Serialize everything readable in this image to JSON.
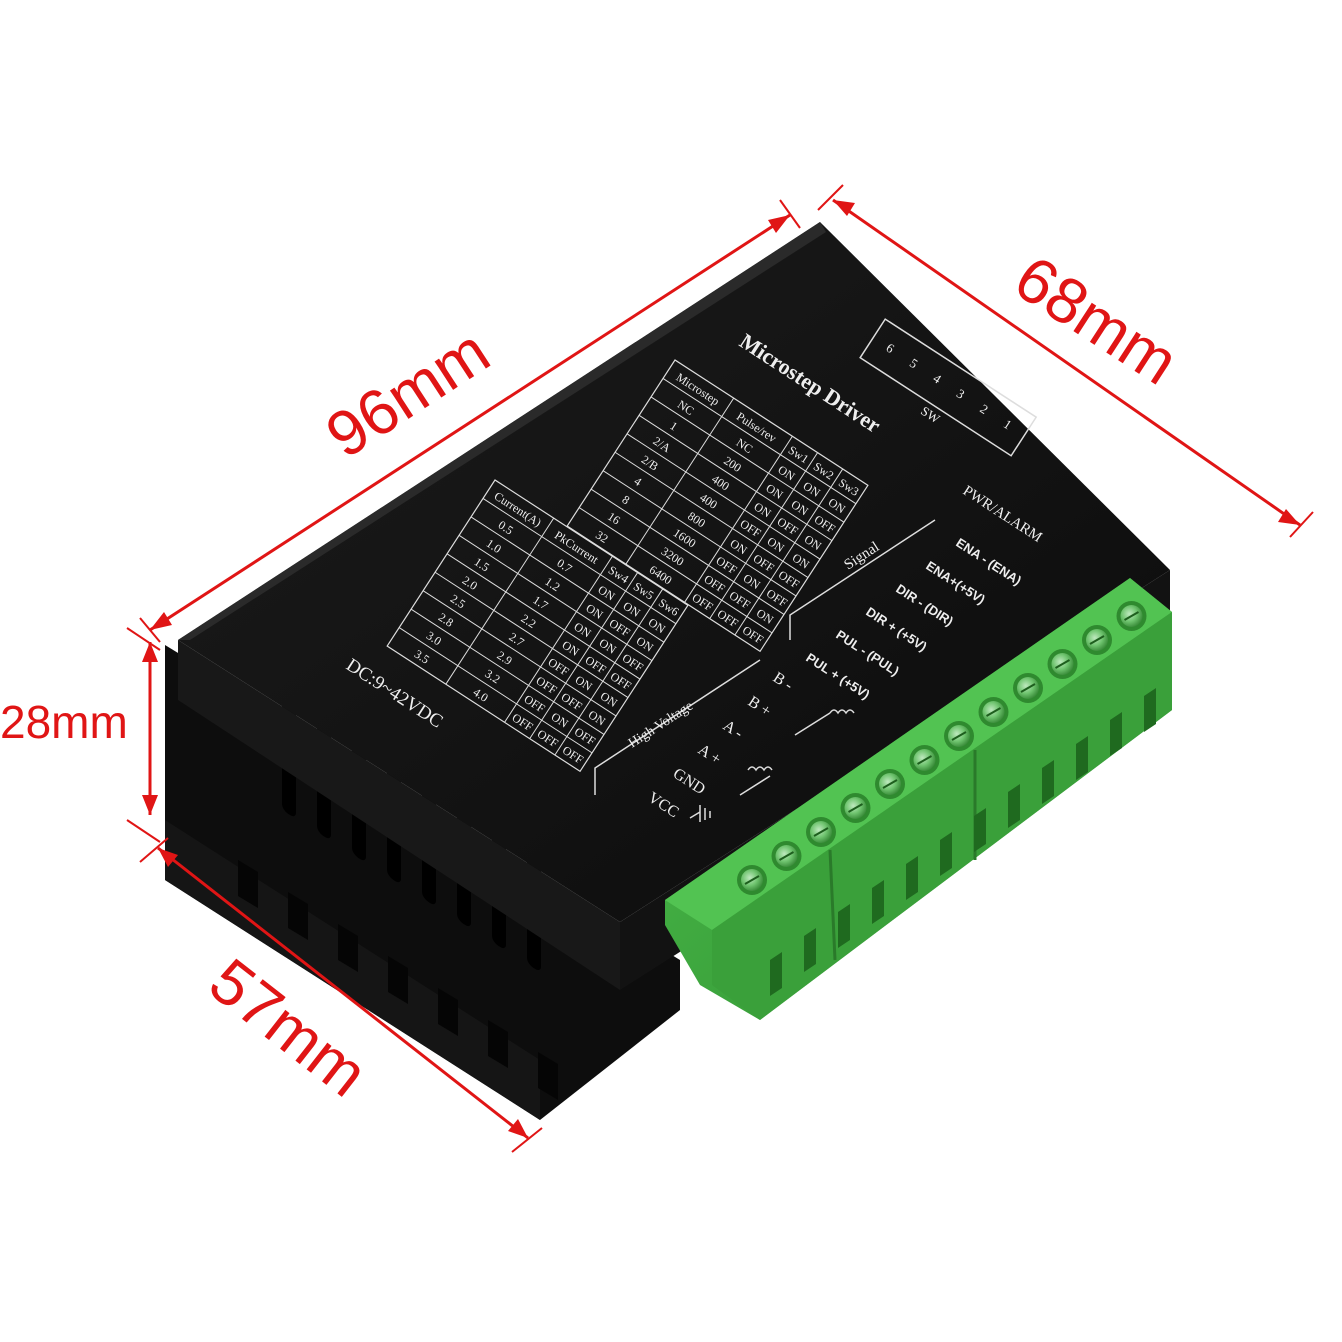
{
  "dimensions": {
    "length": "96mm",
    "width": "68mm",
    "height": "28mm",
    "depth": "57mm"
  },
  "colors": {
    "dimension": "#e01515",
    "body": "#111111",
    "terminal": "#3da53d"
  },
  "device": {
    "title": "Microstep Driver",
    "voltage": "DC:9~42VDC",
    "pwr_alarm": "PWR/ALARM",
    "signal_label": "Signal",
    "high_voltage_label": "High Voltage",
    "sw_label": "SW",
    "sw_numbers": [
      "6",
      "5",
      "4",
      "3",
      "2",
      "1"
    ],
    "signal_pins": [
      "ENA - (ENA)",
      "ENA+(+5V)",
      "DIR - (DIR)",
      "DIR + (+5V)",
      "PUL - (PUL)",
      "PUL + (+5V)"
    ],
    "power_pins": [
      "B -",
      "B +",
      "A -",
      "A +",
      "GND",
      "VCC"
    ]
  },
  "microstep_table": {
    "headers": [
      "Microstep",
      "Pulse/rev",
      "Sw1",
      "Sw2",
      "Sw3"
    ],
    "rows": [
      [
        "NC",
        "NC",
        "ON",
        "ON",
        "ON"
      ],
      [
        "1",
        "200",
        "ON",
        "ON",
        "OFF"
      ],
      [
        "2/A",
        "400",
        "ON",
        "OFF",
        "ON"
      ],
      [
        "2/B",
        "400",
        "OFF",
        "ON",
        "ON"
      ],
      [
        "4",
        "800",
        "ON",
        "OFF",
        "OFF"
      ],
      [
        "8",
        "1600",
        "OFF",
        "ON",
        "OFF"
      ],
      [
        "16",
        "3200",
        "OFF",
        "OFF",
        "ON"
      ],
      [
        "32",
        "6400",
        "OFF",
        "OFF",
        "OFF"
      ]
    ]
  },
  "current_table": {
    "headers": [
      "Current(A)",
      "PkCurrent",
      "Sw4",
      "Sw5",
      "Sw6"
    ],
    "rows": [
      [
        "0.5",
        "0.7",
        "ON",
        "ON",
        "ON"
      ],
      [
        "1.0",
        "1.2",
        "ON",
        "OFF",
        "ON"
      ],
      [
        "1.5",
        "1.7",
        "ON",
        "ON",
        "OFF"
      ],
      [
        "2.0",
        "2.2",
        "ON",
        "OFF",
        "OFF"
      ],
      [
        "2.5",
        "2.7",
        "OFF",
        "ON",
        "ON"
      ],
      [
        "2.8",
        "2.9",
        "OFF",
        "OFF",
        "ON"
      ],
      [
        "3.0",
        "3.2",
        "OFF",
        "ON",
        "OFF"
      ],
      [
        "3.5",
        "4.0",
        "OFF",
        "OFF",
        "OFF"
      ]
    ]
  }
}
